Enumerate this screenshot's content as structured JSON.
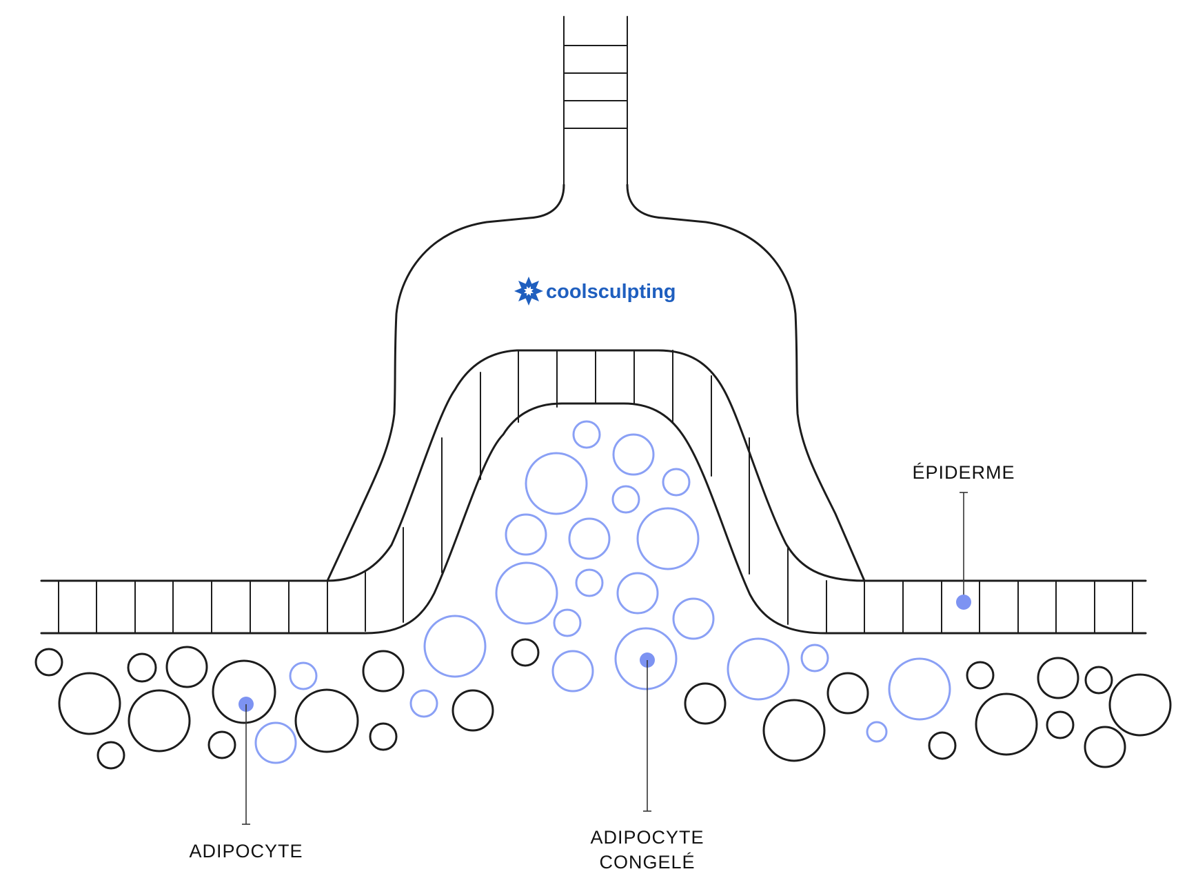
{
  "brand": {
    "name": "coolsculpting",
    "icon": "snowflake-logo-icon",
    "color": "#1f5fbf"
  },
  "labels": {
    "epidermis": "ÉPIDERME",
    "adipocyte": "ADIPOCYTE",
    "frozen_adipocyte_line1": "ADIPOCYTE",
    "frozen_adipocyte_line2": "CONGELÉ"
  },
  "colors": {
    "outline": "#1c1c1c",
    "frozen_cell": "#8aa0f5",
    "marker": "#7d93f2"
  }
}
